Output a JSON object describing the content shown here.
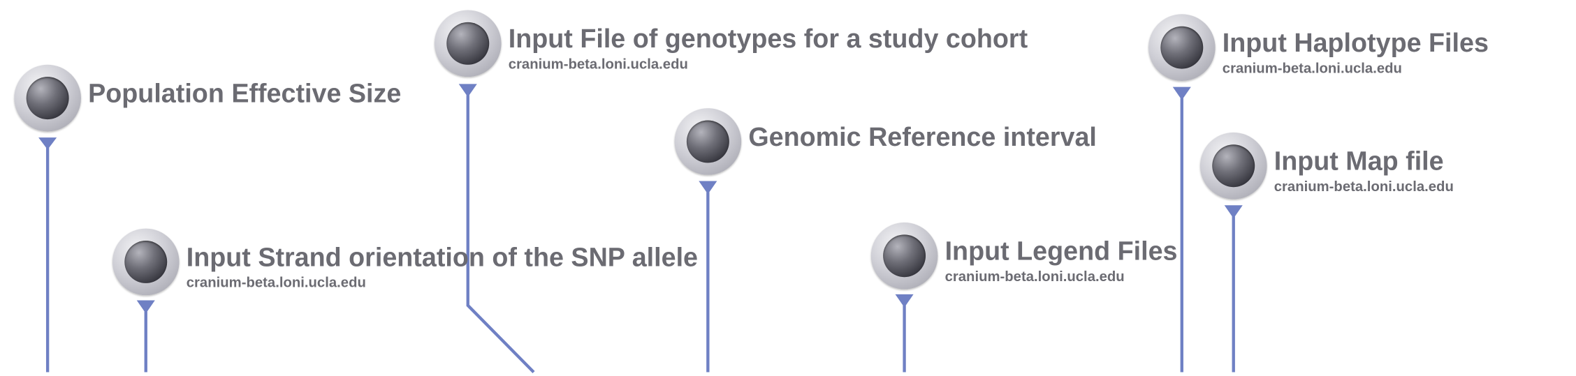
{
  "diagram": {
    "wire_color": "#6f80c4",
    "label_color": "#6b6b72",
    "nodes": [
      {
        "id": "population-effective-size",
        "title": "Population Effective Size",
        "server": ""
      },
      {
        "id": "input-file-genotypes",
        "title": "Input File of genotypes for a study cohort",
        "server": "cranium-beta.loni.ucla.edu"
      },
      {
        "id": "genomic-reference-interval",
        "title": "Genomic Reference interval",
        "server": ""
      },
      {
        "id": "input-haplotype-files",
        "title": "Input Haplotype Files",
        "server": "cranium-beta.loni.ucla.edu"
      },
      {
        "id": "input-map-file",
        "title": "Input Map file",
        "server": "cranium-beta.loni.ucla.edu"
      },
      {
        "id": "input-strand-orientation",
        "title": "Input Strand orientation of the SNP allele",
        "server": "cranium-beta.loni.ucla.edu"
      },
      {
        "id": "input-legend-files",
        "title": "Input Legend Files",
        "server": "cranium-beta.loni.ucla.edu"
      }
    ]
  }
}
